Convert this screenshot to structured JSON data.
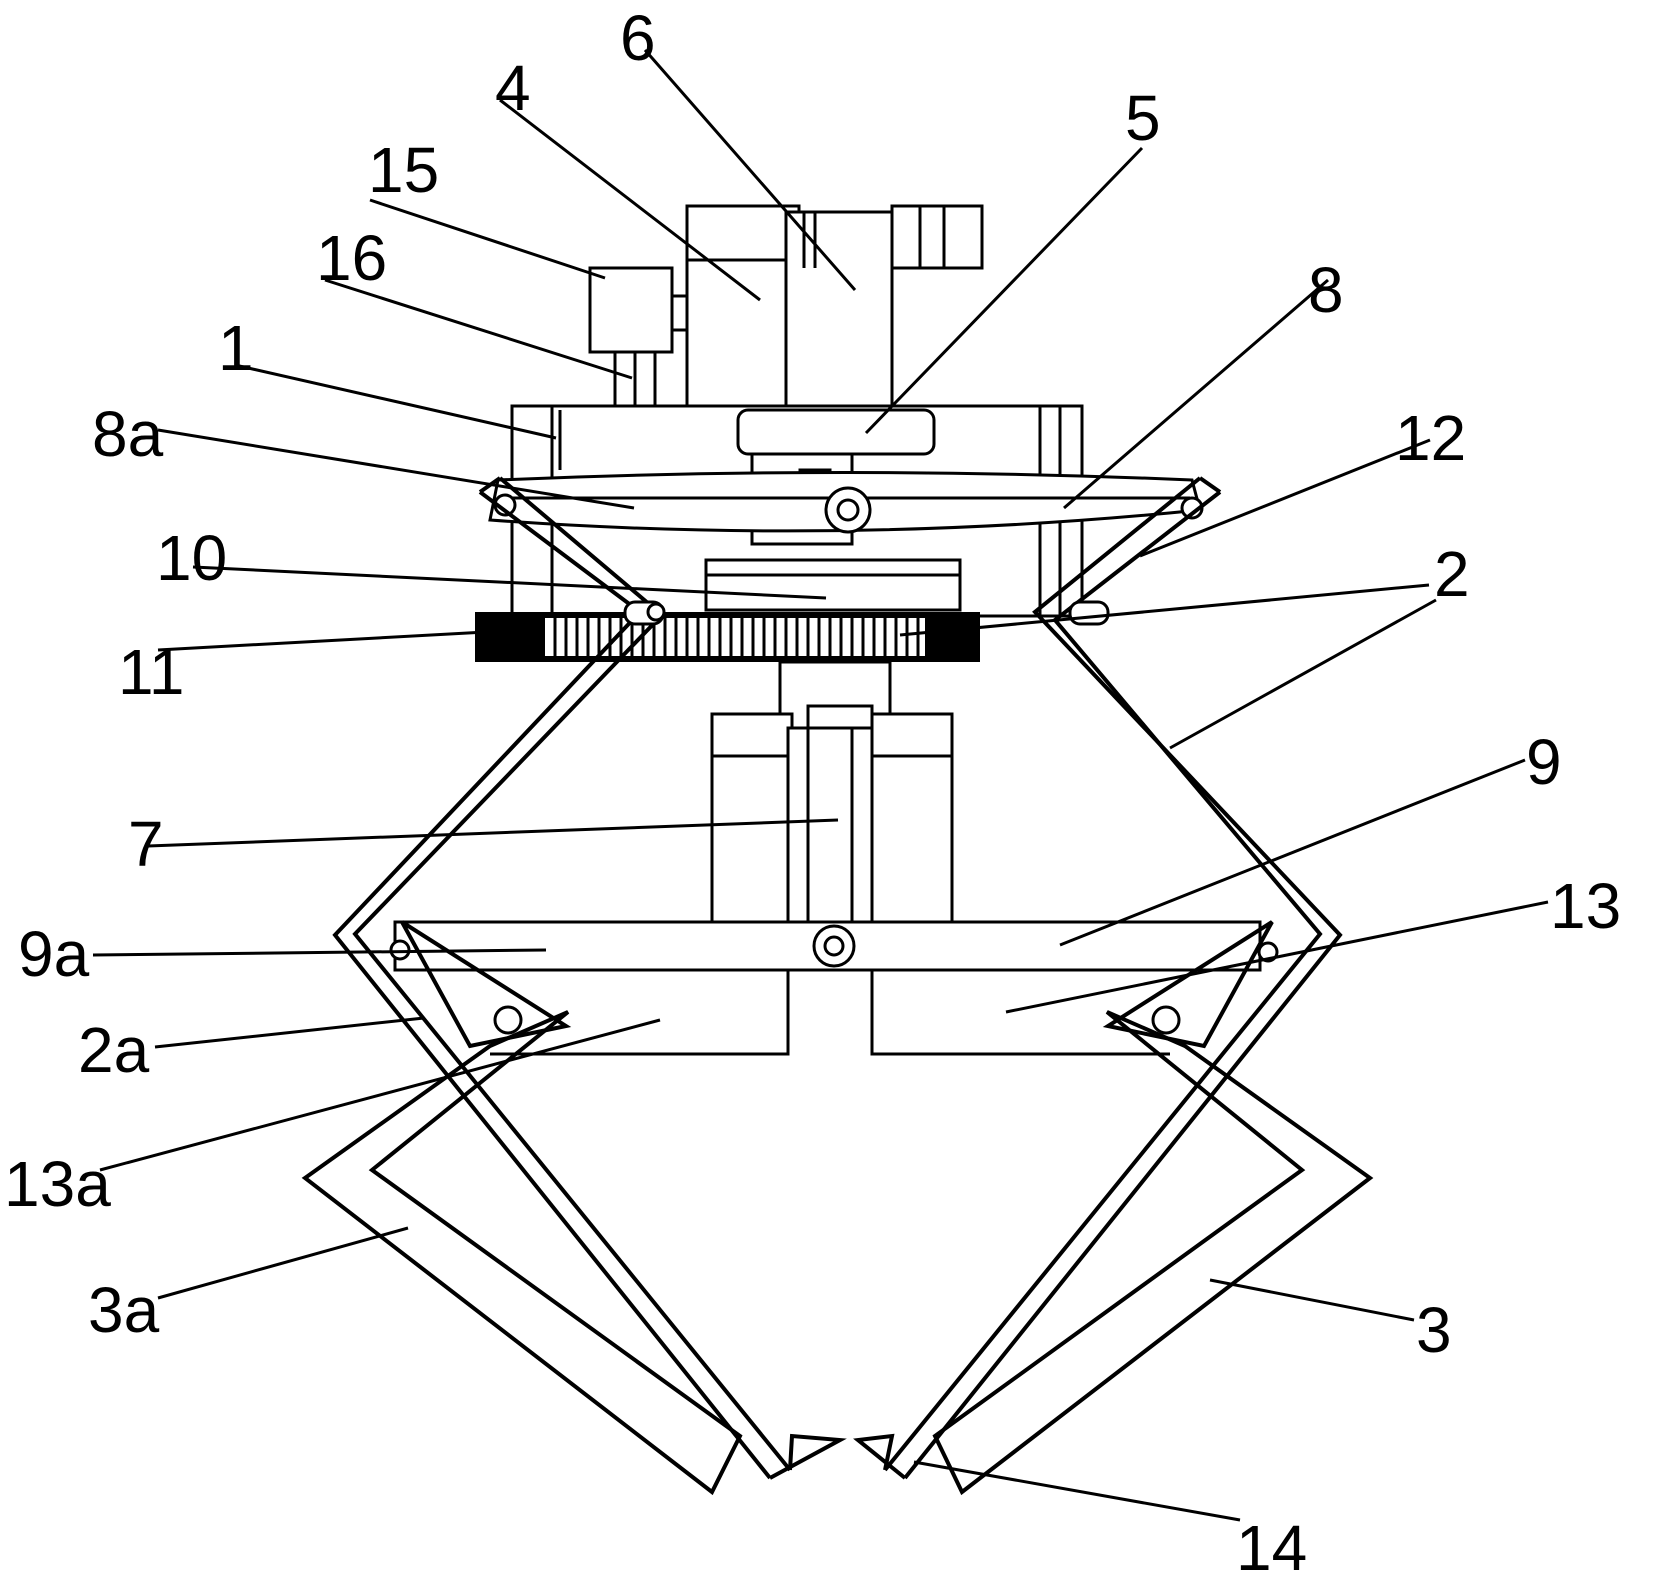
{
  "labels": {
    "n1": "1",
    "n2": "2",
    "n2a": "2a",
    "n3": "3",
    "n3a": "3a",
    "n4": "4",
    "n5": "5",
    "n6": "6",
    "n7": "7",
    "n8": "8",
    "n8a": "8a",
    "n9": "9",
    "n9a": "9a",
    "n10": "10",
    "n11": "11",
    "n12": "12",
    "n13": "13",
    "n13a": "13a",
    "n14": "14",
    "n15": "15",
    "n16": "16"
  }
}
